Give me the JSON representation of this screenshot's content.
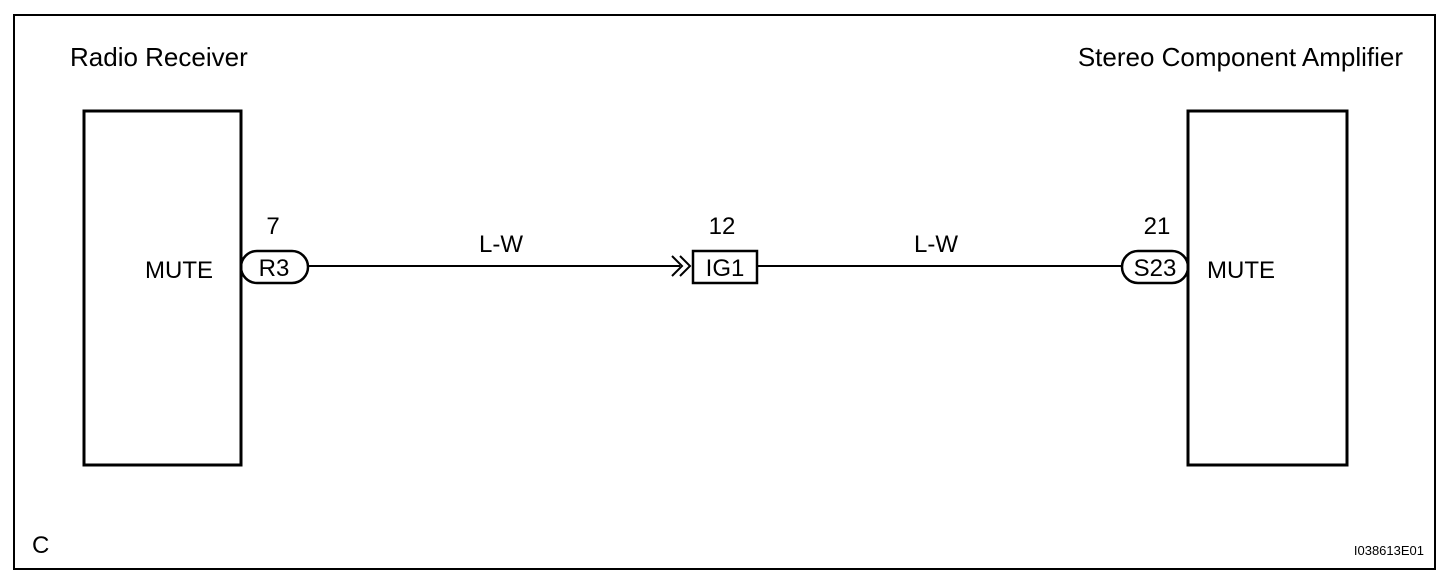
{
  "diagram": {
    "components": {
      "left": {
        "name": "Radio Receiver",
        "terminal": "MUTE"
      },
      "right": {
        "name": "Stereo Component Amplifier",
        "terminal": "MUTE"
      }
    },
    "connectors": {
      "left": {
        "id": "R3",
        "pin": "7"
      },
      "middle": {
        "id": "IG1",
        "pin": "12"
      },
      "right": {
        "id": "S23",
        "pin": "21"
      }
    },
    "wires": {
      "left_color": "L-W",
      "right_color": "L-W"
    },
    "footer": {
      "corner_letter": "C",
      "figure_code": "I038613E01"
    }
  }
}
